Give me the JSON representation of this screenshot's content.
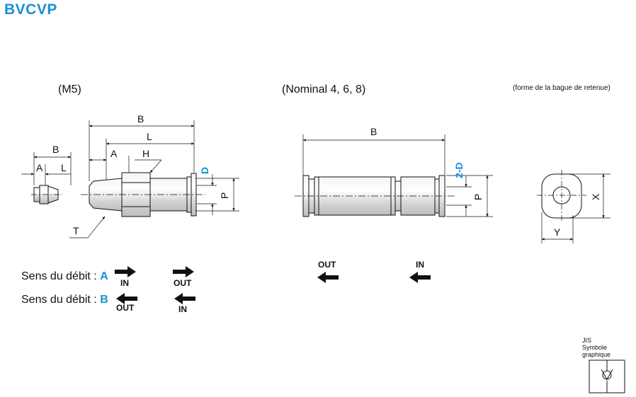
{
  "title": "BVCVP",
  "views": {
    "m5_caption": "(M5)",
    "nominal_caption": "(Nominal 4, 6, 8)",
    "ring_caption": "(forme de la bague de retenue)"
  },
  "dims": {
    "B": "B",
    "L": "L",
    "A": "A",
    "H": "H",
    "T": "T",
    "D": "D",
    "P": "P",
    "two_D": "2-D",
    "X": "X",
    "Y": "Y"
  },
  "flow": {
    "row_a_label": "Sens du débit : ",
    "row_a_key": "A",
    "row_b_label": "Sens du débit : ",
    "row_b_key": "B",
    "in": "IN",
    "out": "OUT"
  },
  "jis": {
    "line1": "JIS",
    "line2": "Symbole graphique"
  },
  "colors": {
    "accent": "#1a8fd6",
    "metal": "#d9d9d9",
    "ink": "#111111"
  }
}
